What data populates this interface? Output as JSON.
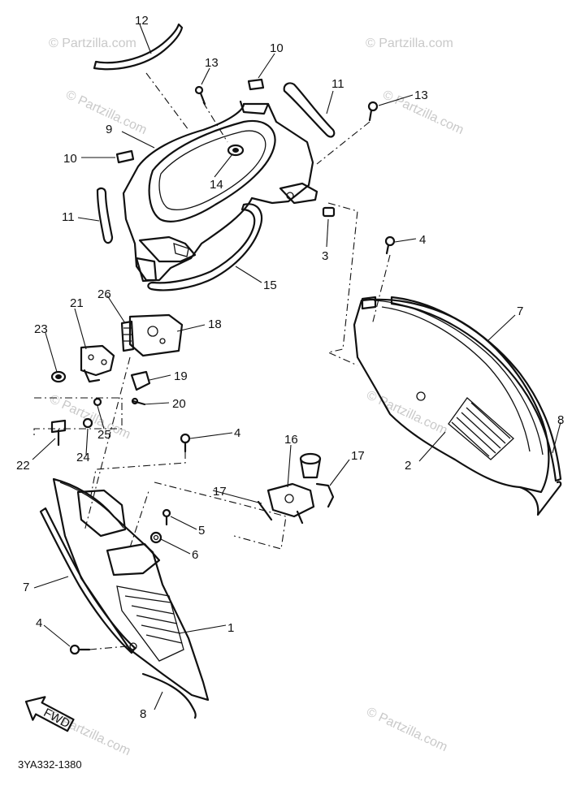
{
  "watermark": "© Partzilla.com",
  "drawing_code": "3YA332-1380",
  "fwd_label": "FWD",
  "callouts": [
    "12",
    "13",
    "10",
    "11",
    "13",
    "9",
    "10",
    "14",
    "11",
    "3",
    "15",
    "4",
    "7",
    "26",
    "21",
    "18",
    "23",
    "19",
    "20",
    "25",
    "22",
    "24",
    "4",
    "8",
    "2",
    "16",
    "17",
    "17",
    "5",
    "6",
    "7",
    "1",
    "4",
    "8"
  ]
}
